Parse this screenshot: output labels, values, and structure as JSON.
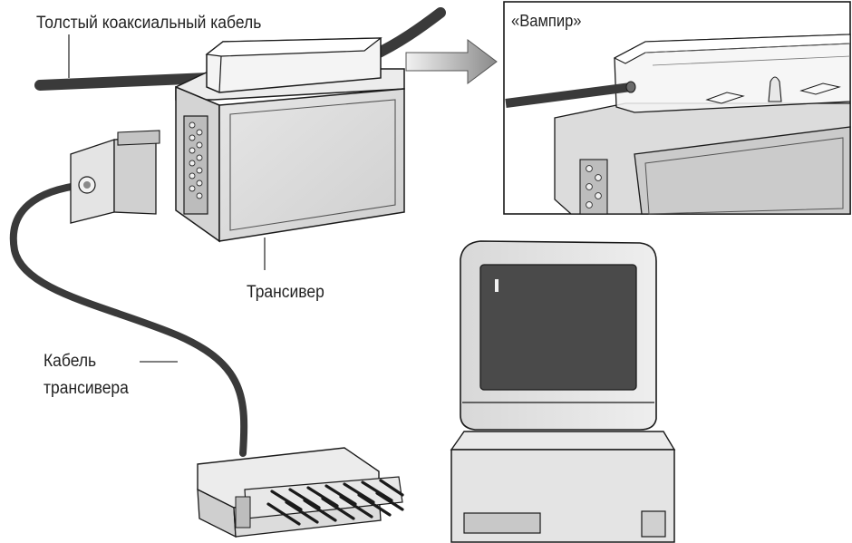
{
  "labels": {
    "thick_coax_cable": "Толстый коаксиальный кабель",
    "vampire": "«Вампир»",
    "transceiver": "Трансивер",
    "transceiver_cable_line1": "Кабель",
    "transceiver_cable_line2": "трансивера"
  },
  "colors": {
    "cable": "#3a3a3a",
    "outline": "#1a1a1a",
    "light_gray": "#e2e2e2",
    "mid_gray": "#bdbdbd",
    "dark_screen": "#4a4a4a"
  }
}
